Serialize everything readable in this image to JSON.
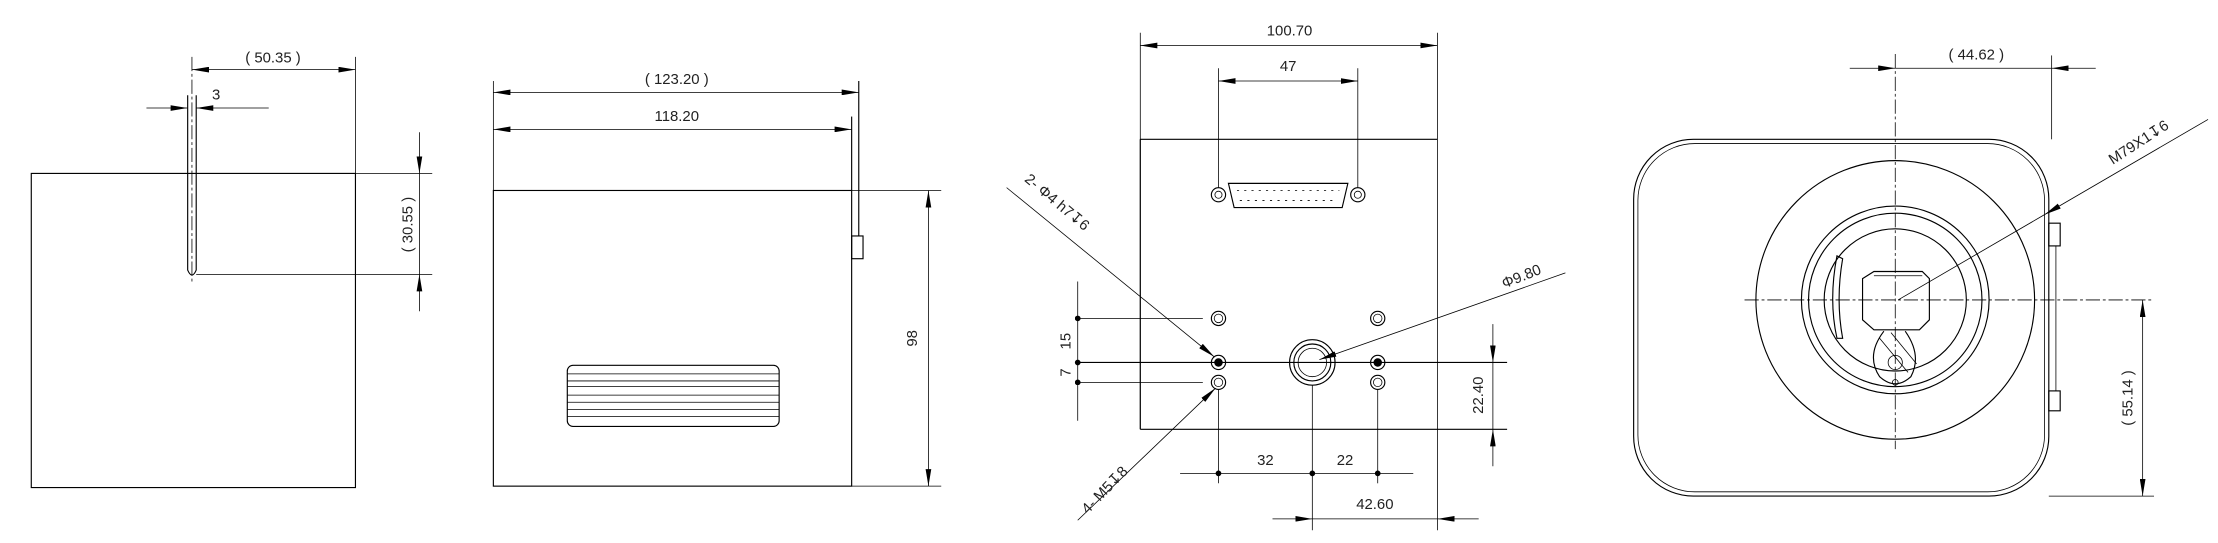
{
  "views": {
    "top_view": {
      "dim_width": "( 50.35 )",
      "dim_thickness": "3",
      "dim_height": "( 30.55 )"
    },
    "side_view": {
      "dim_overall_length": "( 123.20 )",
      "dim_body_length": "118.20",
      "dim_height": "98"
    },
    "rear_view": {
      "dim_width": "100.70",
      "dim_connector_pitch": "47",
      "dim_hole_spacing_upper": "15",
      "dim_hole_spacing_lower": "7",
      "dim_hole_height": "22.40",
      "dim_left_offset": "32",
      "dim_right_offset": "22",
      "dim_center_offset": "42.60",
      "callout_pin_holes": "2- Φ4 h7↧6",
      "callout_threaded_holes": "4- M5↧8",
      "callout_port_diameter": "Φ9.80"
    },
    "front_view": {
      "dim_center_x": "( 44.62 )",
      "dim_center_y": "( 55.14 )",
      "callout_thread": "M79X1↧6"
    }
  }
}
